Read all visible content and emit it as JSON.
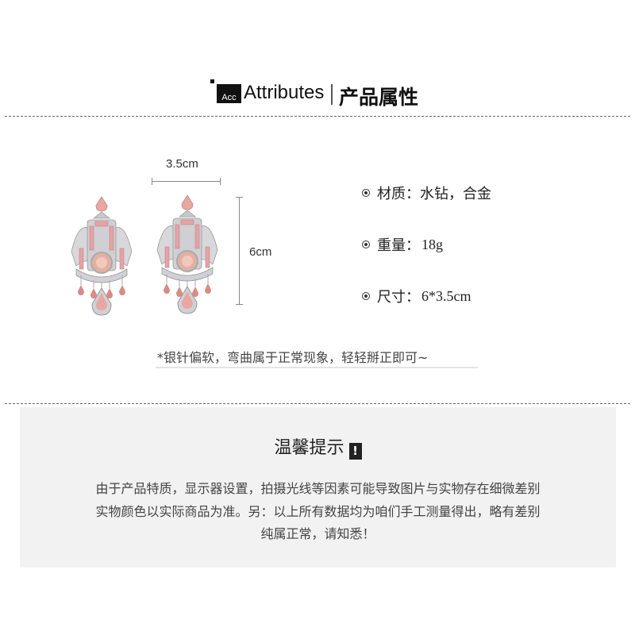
{
  "header": {
    "badge": "Acc",
    "title_en": "Attributes",
    "title_cn": "产品属性"
  },
  "dimensions": {
    "width_label": "3.5cm",
    "height_label": "6cm"
  },
  "attributes": [
    {
      "label": "材质：",
      "value": "水钻，合金"
    },
    {
      "label": "重量：",
      "value": "18g"
    },
    {
      "label": "尺寸：",
      "value": "6*3.5cm"
    }
  ],
  "note": "*银针偏软，弯曲属于正常现象，轻轻掰正即可~",
  "tips": {
    "title": "温馨提示",
    "lines": [
      "由于产品特质，显示器设置，拍摄光线等因素可能导致图片与实物存在细微差别",
      "实物颜色以实际商品为准。另：以上所有数据均为咱们手工测量得出，略有差别",
      "纯属正常，请知悉！"
    ]
  },
  "colors": {
    "gem_pink": "#e8a7a0",
    "gem_deep": "#d98b87",
    "metal": "#c8c8cc",
    "tips_bg": "#f2f2f2"
  }
}
